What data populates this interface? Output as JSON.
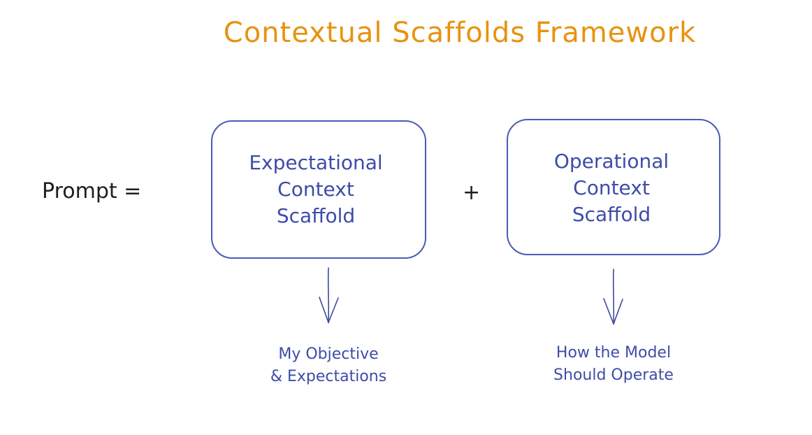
{
  "title": "Contextual Scaffolds Framework",
  "equation": {
    "left_label": "Prompt =",
    "operator": "+"
  },
  "scaffolds": [
    {
      "lines": [
        "Expectational",
        "Context",
        "Scaffold"
      ],
      "caption_lines": [
        "My Objective",
        "& Expectations"
      ]
    },
    {
      "lines": [
        "Operational",
        "Context",
        "Scaffold"
      ],
      "caption_lines": [
        "How the Model",
        "Should Operate"
      ]
    }
  ],
  "colors": {
    "title": "#e8920f",
    "box_stroke": "#4a5bb6",
    "box_text": "#3d4ca8",
    "equation_text": "#1e1e1e"
  }
}
